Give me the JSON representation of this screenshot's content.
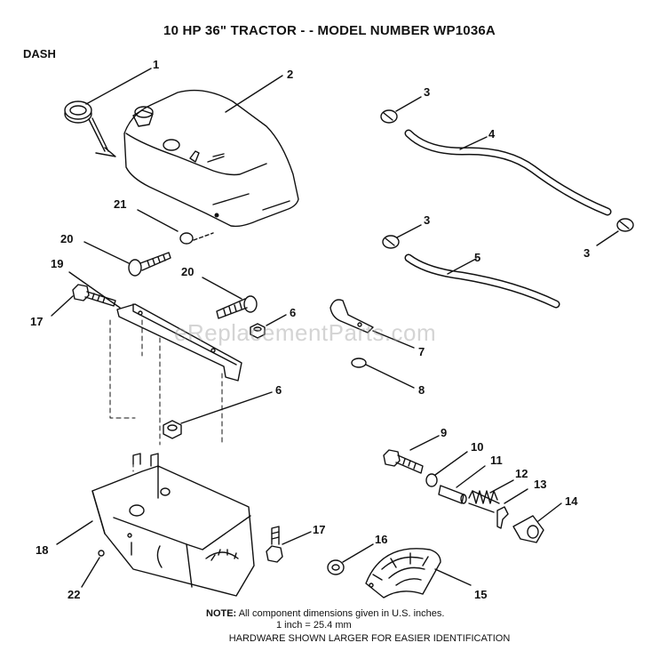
{
  "title": "10 HP 36\" TRACTOR  - - MODEL NUMBER  WP1036A",
  "section": "DASH",
  "watermark": "eReplacementParts.com",
  "callouts": {
    "c1": "1",
    "c2": "2",
    "c3a": "3",
    "c3b": "3",
    "c3c": "3",
    "c4": "4",
    "c5": "5",
    "c6a": "6",
    "c6b": "6",
    "c7": "7",
    "c8": "8",
    "c9": "9",
    "c10": "10",
    "c11": "11",
    "c12": "12",
    "c13": "13",
    "c14": "14",
    "c15": "15",
    "c16": "16",
    "c17a": "17",
    "c17b": "17",
    "c18": "18",
    "c19": "19",
    "c20a": "20",
    "c20b": "20",
    "c21": "21",
    "c22": "22"
  },
  "note": {
    "label": "NOTE:",
    "line1": "All component dimensions given in U.S. inches.",
    "line2": "1 inch = 25.4 mm",
    "hardware": "HARDWARE SHOWN LARGER FOR EASIER IDENTIFICATION"
  }
}
